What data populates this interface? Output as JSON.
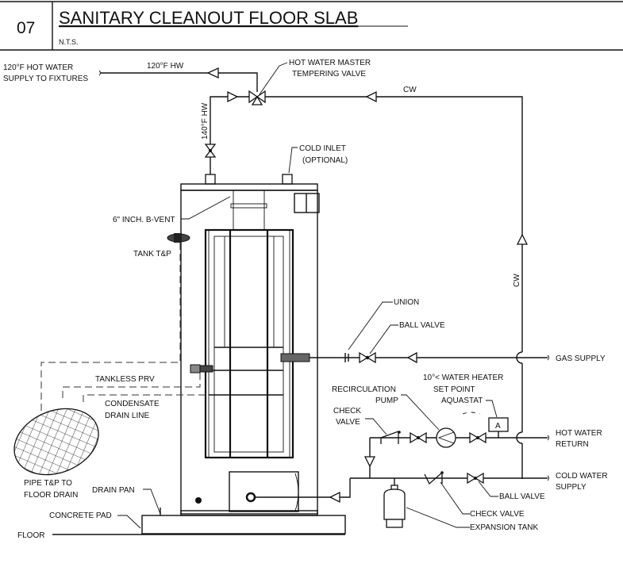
{
  "header": {
    "detail_number": "07",
    "title": "SANITARY CLEANOUT FLOOR SLAB",
    "scale_note": "N.T.S."
  },
  "labels": {
    "hw_supply_line1": "120°F HOT WATER",
    "hw_supply_line2": "SUPPLY TO FIXTURES",
    "hw_120": "120°F HW",
    "tempering_line1": "HOT WATER MASTER",
    "tempering_line2": "TEMPERING VALVE",
    "cw_top": "CW",
    "hw_140": "140°F HW",
    "cold_inlet_line1": "COLD INLET",
    "cold_inlet_line2": "(OPTIONAL)",
    "b_vent": "6\" INCH. B-VENT",
    "tank_tp": "TANK T&P",
    "cw_right": "CW",
    "union": "UNION",
    "ball_valve_gas": "BALL VALVE",
    "gas_supply": "GAS SUPPLY",
    "tankless_prv": "TANKLESS PRV",
    "condensate_line1": "CONDENSATE",
    "condensate_line2": "DRAIN LINE",
    "recirc_line1": "RECIRCULATION",
    "recirc_line2": "PUMP",
    "aquastat_line1": "10°< WATER HEATER",
    "aquastat_line2": "SET POINT",
    "aquastat_line3": "AQUASTAT",
    "aquastat_box": "A",
    "check_valve_line1": "CHECK",
    "check_valve_line2": "VALVE",
    "hw_return_line1": "HOT WATER",
    "hw_return_line2": "RETURN",
    "cw_supply_line1": "COLD WATER",
    "cw_supply_line2": "SUPPLY",
    "pipe_tp_line1": "PIPE T&P TO",
    "pipe_tp_line2": "FLOOR DRAIN",
    "drain_pan": "DRAIN PAN",
    "ball_valve_cw": "BALL VALVE",
    "check_valve_cw": "CHECK VALVE",
    "concrete_pad": "CONCRETE PAD",
    "expansion_tank": "EXPANSION TANK",
    "floor": "FLOOR"
  }
}
